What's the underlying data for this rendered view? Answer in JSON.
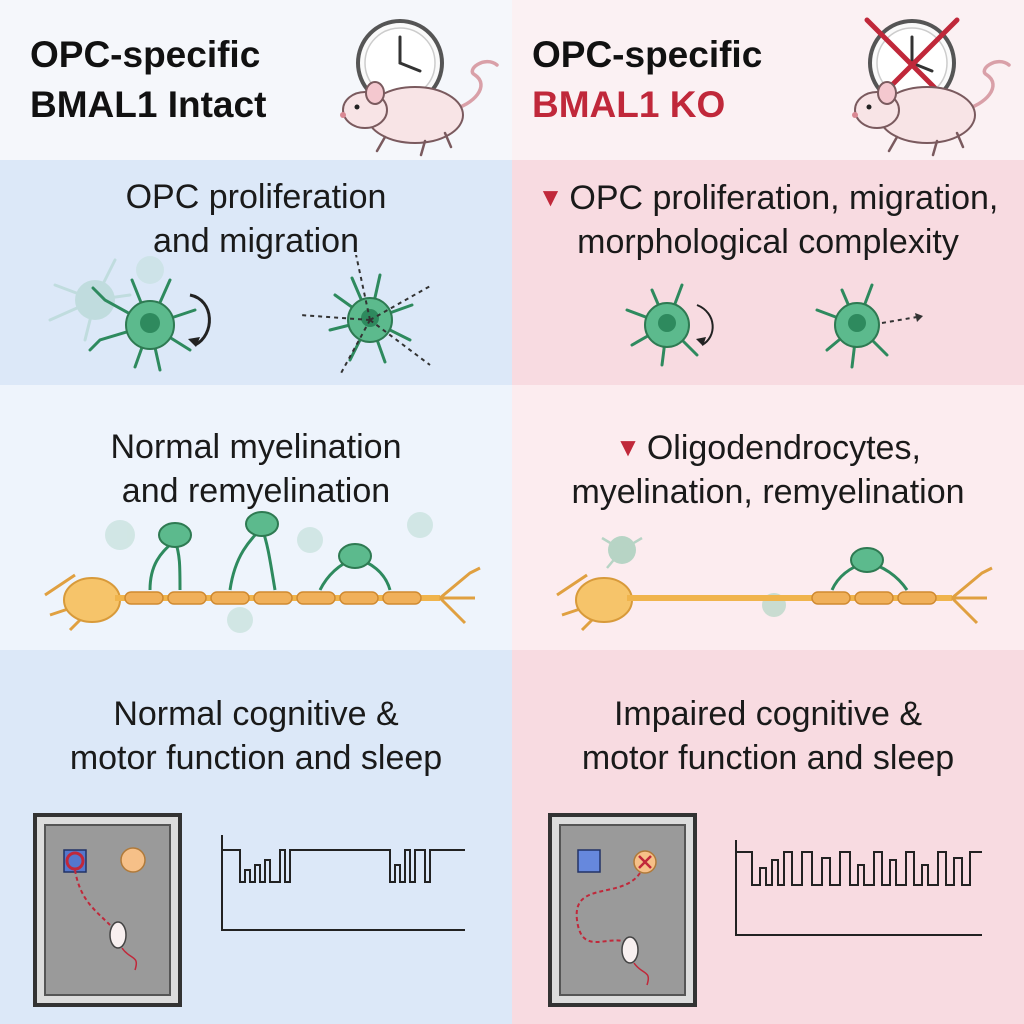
{
  "left": {
    "title_line1": "OPC-specific",
    "title_line2": "BMAL1 Intact",
    "step1_line1": "OPC proliferation",
    "step1_line2": "and migration",
    "step2_line1": "Normal myelination",
    "step2_line2": "and remyelination",
    "step3_line1": "Normal cognitive &",
    "step3_line2": "motor function and sleep"
  },
  "right": {
    "title_line1": "OPC-specific",
    "title_line2": "BMAL1 KO",
    "step1_line1": "OPC proliferation, migration,",
    "step1_line2": "morphological complexity",
    "step2_line1": "Oligodendrocytes,",
    "step2_line2": "myelination, remyelination",
    "step3_line1": "Impaired cognitive &",
    "step3_line2": "motor function and sleep",
    "decrease_marker": "▼"
  },
  "colors": {
    "intact_bg": "#dce8f8",
    "ko_bg": "#f8dbe1",
    "ko_text": "#c0283a",
    "opc_green": "#3aa27a",
    "neuron_orange": "#f0b44c"
  },
  "icons": [
    "clock-icon",
    "mouse-icon",
    "cross-icon",
    "opc-cell-icon",
    "neuron-icon",
    "arrow-down-icon",
    "arena-icon",
    "sleep-trace-icon"
  ]
}
